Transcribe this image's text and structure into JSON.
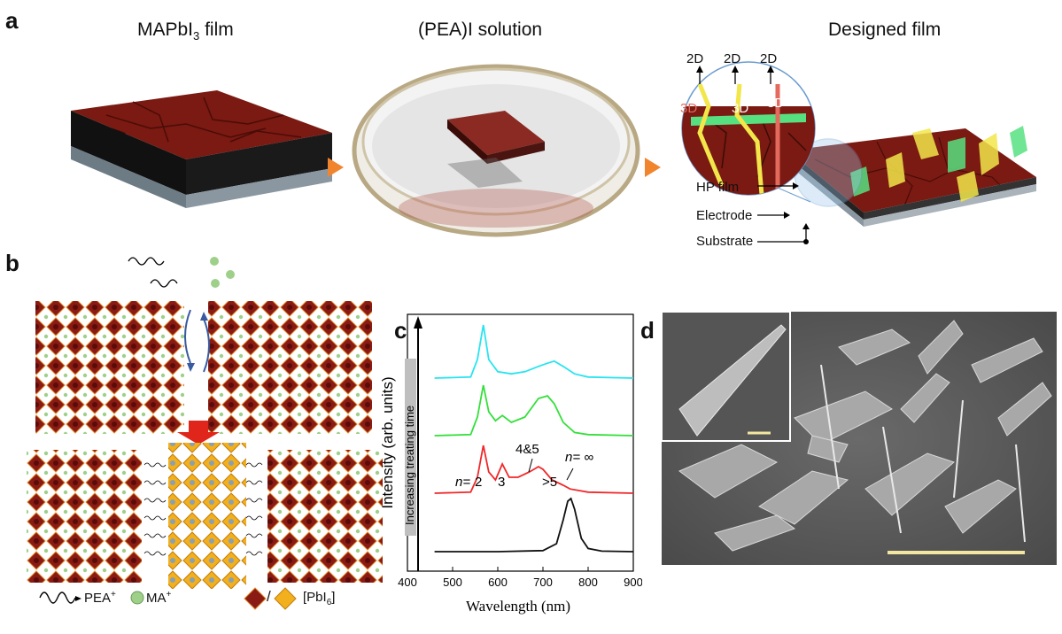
{
  "panel_a": {
    "label": "a",
    "film_title": "MAPbI",
    "film_title_sub": "3",
    "film_title_suffix": " film",
    "solution_title": "(PEA)I solution",
    "designed_title": "Designed film",
    "inset_2d_labels": [
      "2D",
      "2D",
      "2D"
    ],
    "inset_3d_labels": [
      "3D",
      "3D",
      "3D"
    ],
    "layer_labels": [
      "HP film",
      "Electrode",
      "Substrate"
    ]
  },
  "panel_b": {
    "label": "b",
    "legend_pea": "PEA",
    "legend_pea_sup": "+",
    "legend_ma": "MA",
    "legend_ma_sup": "+",
    "legend_slash": "/",
    "legend_pbi": "[PbI",
    "legend_pbi_sub": "6",
    "legend_pbi_end": "]"
  },
  "panel_c": {
    "label": "c",
    "arrow_label": "Increasing treating time",
    "peak_labels": {
      "n_eq": "n=",
      "p2": "2",
      "p3": "3",
      "p45": "4&5",
      "gt5": ">5",
      "inf": "n= ∞"
    }
  },
  "panel_d": {
    "label": "d"
  },
  "colors": {
    "perovskite_red": "#7a1a12",
    "pbi_yellow": "#f2b01e",
    "ma_green": "#9fd08a",
    "arrow_orange": "#f0852e",
    "spectrum_cyan": "#28e4f0",
    "spectrum_green": "#33e03a",
    "spectrum_red": "#f0282a",
    "spectrum_black": "#111111",
    "scale_bar": "#f2e6a0"
  },
  "chart_data": {
    "type": "line",
    "xlabel": "Wavelength (nm)",
    "ylabel": "Intensity (arb. units)",
    "xlim": [
      400,
      900
    ],
    "xticks": [
      400,
      500,
      600,
      700,
      800,
      900
    ],
    "yticks_shown": false,
    "stacked_offset": true,
    "series": [
      {
        "color": "#111111",
        "offset": 0,
        "x": [
          460,
          600,
          700,
          730,
          745,
          755,
          762,
          770,
          785,
          800,
          830,
          900
        ],
        "y": [
          0,
          0,
          0.02,
          0.15,
          0.6,
          0.95,
          1.0,
          0.8,
          0.25,
          0.06,
          0.01,
          0
        ]
      },
      {
        "color": "#f0282a",
        "offset": 1,
        "x": [
          460,
          540,
          555,
          568,
          580,
          595,
          610,
          625,
          645,
          670,
          690,
          700,
          720,
          745,
          760,
          800,
          900
        ],
        "y": [
          0,
          0.02,
          0.3,
          0.9,
          0.4,
          0.25,
          0.55,
          0.3,
          0.3,
          0.4,
          0.5,
          0.45,
          0.25,
          0.15,
          0.08,
          0.02,
          0
        ]
      },
      {
        "color": "#33e03a",
        "offset": 2,
        "x": [
          460,
          540,
          555,
          568,
          580,
          595,
          610,
          630,
          660,
          690,
          710,
          725,
          745,
          770,
          800,
          900
        ],
        "y": [
          0,
          0.02,
          0.35,
          0.95,
          0.45,
          0.28,
          0.38,
          0.25,
          0.35,
          0.7,
          0.75,
          0.6,
          0.25,
          0.06,
          0.02,
          0
        ]
      },
      {
        "color": "#28e4f0",
        "offset": 3,
        "x": [
          460,
          540,
          555,
          568,
          580,
          600,
          630,
          660,
          690,
          710,
          725,
          745,
          770,
          800,
          900
        ],
        "y": [
          0,
          0.02,
          0.35,
          1.0,
          0.35,
          0.12,
          0.08,
          0.12,
          0.22,
          0.28,
          0.32,
          0.22,
          0.08,
          0.02,
          0
        ]
      }
    ]
  }
}
